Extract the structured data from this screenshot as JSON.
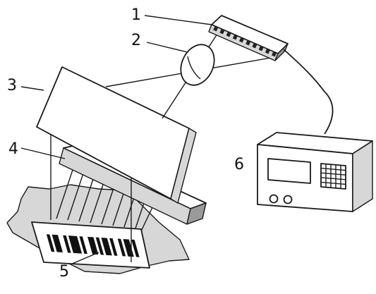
{
  "labels": {
    "sensor_array": "1",
    "lens": "2",
    "mirror": "3",
    "light_source": "4",
    "barcode": "5",
    "processing_unit": "6"
  },
  "barcode": {
    "bars": [
      0,
      1,
      0,
      1,
      1,
      0,
      0,
      1,
      0,
      1,
      1,
      1,
      0,
      1,
      0,
      0,
      1,
      1,
      0,
      1,
      0,
      1,
      1,
      0,
      1,
      0,
      0,
      1,
      0,
      1,
      1,
      0,
      1
    ]
  }
}
